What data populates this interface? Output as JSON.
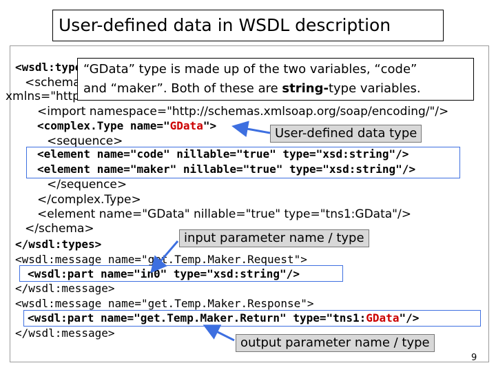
{
  "slide": {
    "title": "User-defined data in WSDL description",
    "page_number": "9"
  },
  "code": {
    "wsdl_types_open": "<wsdl:types>",
    "schema_open_partial": "<schema",
    "xmlns_partial": "xmlns=\"http:",
    "import_line": "<import namespace=\"http://schemas.xmlsoap.org/soap/encoding/\"/>",
    "complex_type_prefix": "<complex.Type name=\"",
    "complex_type_name": "GData",
    "complex_type_suffix": "\">",
    "sequence_open": "<sequence>",
    "element_code": "<element name=\"code\" nillable=\"true\" type=\"xsd:string\"/>",
    "element_maker": "<element name=\"maker\" nillable=\"true\" type=\"xsd:string\"/>",
    "sequence_close": "</sequence>",
    "complex_type_close": "</complex.Type>",
    "element_gdata": "<element name=\"GData\" nillable=\"true\" type=\"tns1:GData\"/>",
    "schema_close": "</schema>",
    "wsdl_types_close": "</wsdl:types>",
    "message_request_open": "<wsdl:message name=\"get.Temp.Maker.Request\">",
    "part_in0": "<wsdl:part name=\"in0\" type=\"xsd:string\"/>",
    "message_close_1": "</wsdl:message>",
    "message_response_open": "<wsdl:message name=\"get.Temp.Maker.Response\">",
    "part_return_prefix": "<wsdl:part name=\"get.Temp.Maker.Return\" type=\"tns1:",
    "part_return_type": "GData",
    "part_return_suffix": "\"/>",
    "message_close_2": "</wsdl:message>"
  },
  "callout": {
    "line1": "“GData” type is made up of the two variables, “code”",
    "line2_start": "and “maker”. Both of these are ",
    "line2_bold": "string-",
    "line2_end": "type variables."
  },
  "labels": {
    "user_defined": "User-defined data type",
    "input_param": "input parameter name / type",
    "output_param": "output parameter name / type"
  },
  "colors": {
    "highlight_border": "#3d6fe0",
    "arrow": "#3d6fe0",
    "label_bg": "#d8d8d8",
    "type_name": "#cc0000"
  }
}
